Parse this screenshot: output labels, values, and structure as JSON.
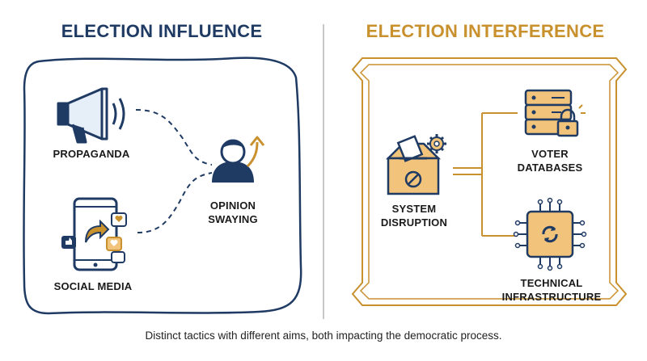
{
  "left_panel": {
    "title": "ELECTION INFLUENCE",
    "nodes": {
      "propaganda": "PROPAGANDA",
      "social_media": "SOCIAL MEDIA",
      "opinion_swaying": "OPINION\nSWAYING"
    },
    "color": "#1f3a63"
  },
  "right_panel": {
    "title": "ELECTION INTERFERENCE",
    "nodes": {
      "system_disruption": "SYSTEM\nDISRUPTION",
      "voter_databases": "VOTER\nDATABASES",
      "technical_infrastructure": "TECHNICAL\nINFRASTRUCTURE"
    },
    "color": "#c8912e"
  },
  "caption": "Distinct tactics with different aims, both impacting the democratic process."
}
